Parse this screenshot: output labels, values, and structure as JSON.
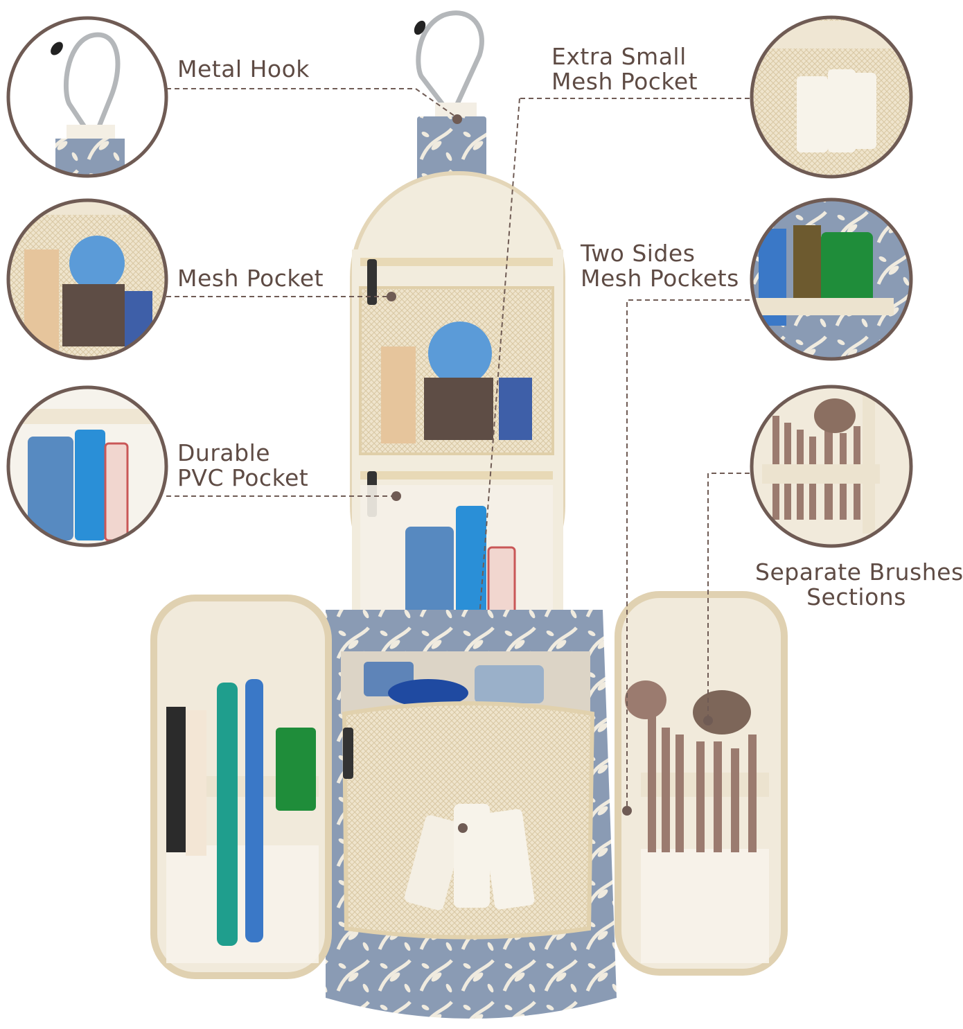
{
  "colors": {
    "accent": "#6f5b54",
    "text": "#5e4b44",
    "fabric_blue": "#8497b1",
    "cream": "#efe7d4",
    "mesh": "#e9dcc0"
  },
  "callouts": {
    "metal_hook": [
      "Metal Hook"
    ],
    "mesh_pocket": [
      "Mesh Pocket"
    ],
    "pvc_pocket": [
      "Durable",
      "PVC Pocket"
    ],
    "extra_small_mesh": [
      "Extra Small",
      "Mesh Pocket"
    ],
    "two_sides_mesh": [
      "Two Sides",
      "Mesh Pockets"
    ],
    "brushes": [
      "Separate Brushes",
      "Sections"
    ]
  }
}
